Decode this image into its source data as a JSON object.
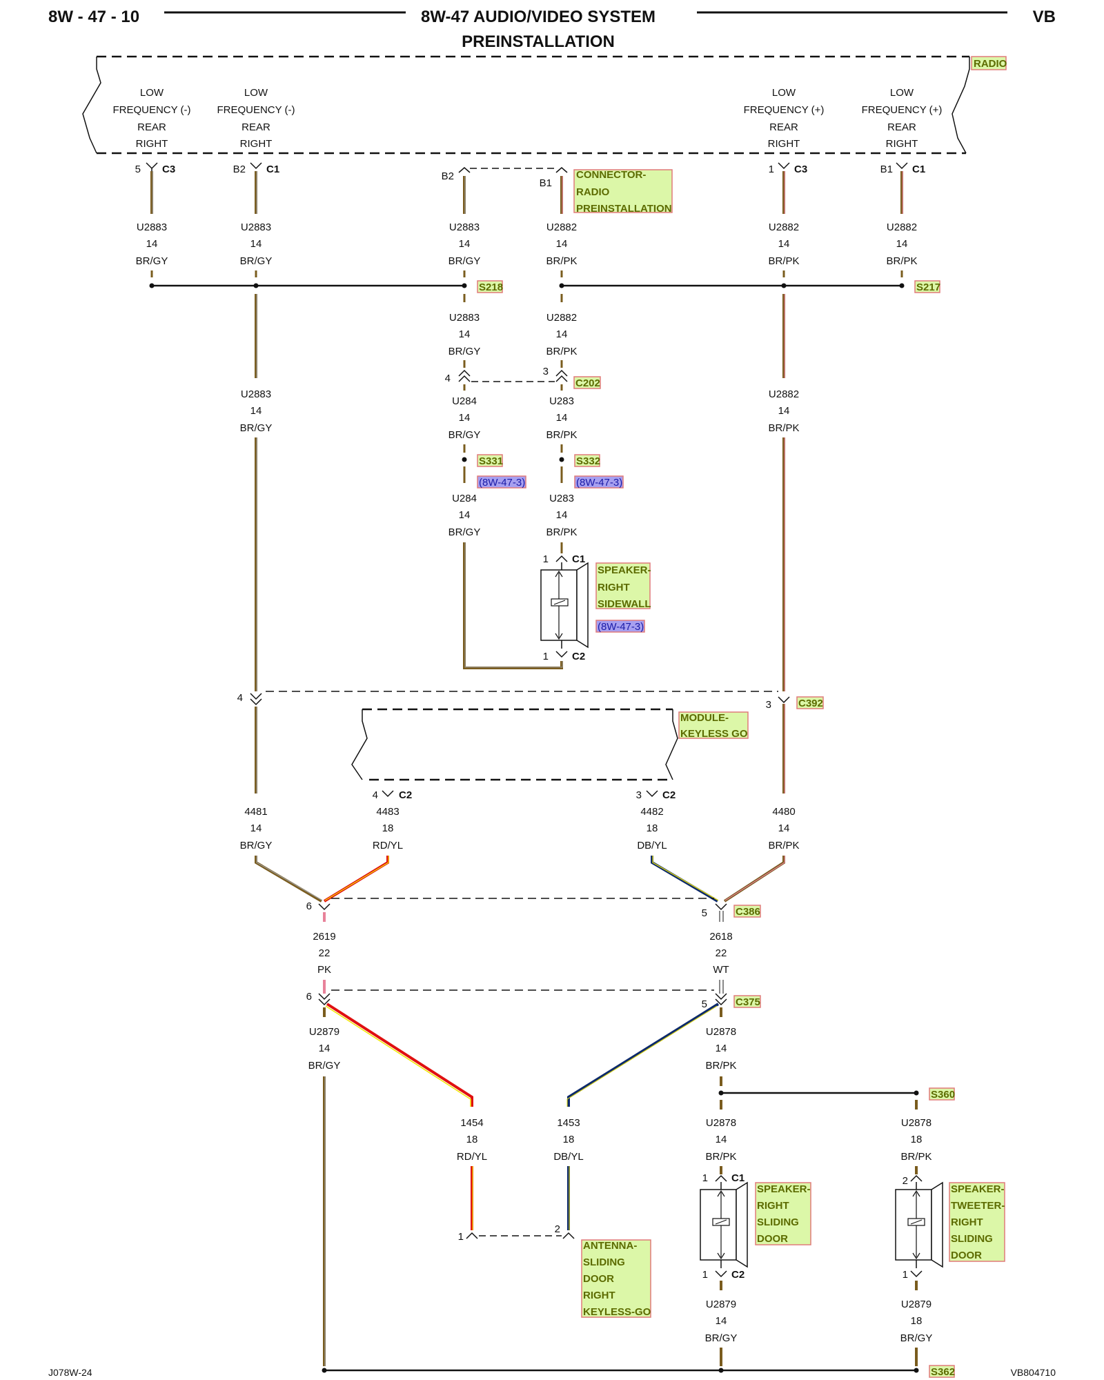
{
  "header": {
    "page_id": "8W - 47 - 10",
    "title": "8W-47 AUDIO/VIDEO SYSTEM",
    "subtitle": "PREINSTALLATION",
    "vehicle": "VB"
  },
  "footer": {
    "left": "J078W-24",
    "right": "VB804710"
  },
  "radio": {
    "name": "RADIO",
    "pins": [
      {
        "l1": "LOW",
        "l2": "FREQUENCY (-)",
        "l3": "REAR",
        "l4": "RIGHT",
        "cav": "5",
        "conn": "C3",
        "circuit": "U2883",
        "gauge": "14",
        "color": "BR/GY"
      },
      {
        "l1": "LOW",
        "l2": "FREQUENCY (-)",
        "l3": "REAR",
        "l4": "RIGHT",
        "cav": "B2",
        "conn": "C1",
        "circuit": "U2883",
        "gauge": "14",
        "color": "BR/GY"
      },
      {
        "l1": "LOW",
        "l2": "FREQUENCY (+)",
        "l3": "REAR",
        "l4": "RIGHT",
        "cav": "1",
        "conn": "C3",
        "circuit": "U2882",
        "gauge": "14",
        "color": "BR/PK"
      },
      {
        "l1": "LOW",
        "l2": "FREQUENCY (+)",
        "l3": "REAR",
        "l4": "RIGHT",
        "cav": "B1",
        "conn": "C1",
        "circuit": "U2882",
        "gauge": "14",
        "color": "BR/PK"
      }
    ]
  },
  "preinstall_connector": {
    "l1": "CONNECTOR-",
    "l2": "RADIO",
    "l3": "PREINSTALLATION",
    "pinA": "B2",
    "pinB": "B1",
    "wireA": {
      "circuit": "U2883",
      "gauge": "14",
      "color": "BR/GY"
    },
    "wireB": {
      "circuit": "U2882",
      "gauge": "14",
      "color": "BR/PK"
    }
  },
  "splices": {
    "s218": "S218",
    "s217": "S217",
    "s331": "S331",
    "s332": "S332",
    "s360": "S360",
    "s362": "S362",
    "xref": "(8W-47-3)"
  },
  "c202": {
    "name": "C202",
    "pinA": "4",
    "pinB": "3",
    "upA": {
      "circuit": "U2883",
      "gauge": "14",
      "color": "BR/GY"
    },
    "upB": {
      "circuit": "U2882",
      "gauge": "14",
      "color": "BR/PK"
    },
    "dnA": {
      "circuit": "U284",
      "gauge": "14",
      "color": "BR/GY"
    },
    "dnB": {
      "circuit": "U283",
      "gauge": "14",
      "color": "BR/PK"
    },
    "dnA2": {
      "circuit": "U284",
      "gauge": "14",
      "color": "BR/GY"
    },
    "dnB2": {
      "circuit": "U283",
      "gauge": "14",
      "color": "BR/PK"
    }
  },
  "long_left": {
    "circuit": "U2883",
    "gauge": "14",
    "color": "BR/GY"
  },
  "long_right": {
    "circuit": "U2882",
    "gauge": "14",
    "color": "BR/PK"
  },
  "speaker_sidewall": {
    "l1": "SPEAKER-",
    "l2": "RIGHT",
    "l3": "SIDEWALL",
    "xref": "(8W-47-3)",
    "pin1": "1",
    "c1": "C1",
    "pin2": "1",
    "c2": "C2"
  },
  "c392": {
    "name": "C392",
    "pinL": "4",
    "pinR": "3"
  },
  "keyless_module": {
    "l1": "MODULE-",
    "l2": "KEYLESS GO",
    "pinA": "4",
    "connA": "C2",
    "pinB": "3",
    "connB": "C2"
  },
  "mid_wires": [
    {
      "circuit": "4481",
      "gauge": "14",
      "color": "BR/GY"
    },
    {
      "circuit": "4483",
      "gauge": "18",
      "color": "RD/YL"
    },
    {
      "circuit": "4482",
      "gauge": "18",
      "color": "DB/YL"
    },
    {
      "circuit": "4480",
      "gauge": "14",
      "color": "BR/PK"
    }
  ],
  "c386": {
    "name": "C386",
    "pinL": "6",
    "pinR": "5"
  },
  "c386_wires": [
    {
      "circuit": "2619",
      "gauge": "22",
      "color": "PK"
    },
    {
      "circuit": "2618",
      "gauge": "22",
      "color": "WT"
    }
  ],
  "c375": {
    "name": "C375",
    "pinL": "6",
    "pinR": "5"
  },
  "c375_wires": [
    {
      "circuit": "U2879",
      "gauge": "14",
      "color": "BR/GY"
    },
    {
      "circuit": "U2878",
      "gauge": "14",
      "color": "BR/PK"
    }
  ],
  "antenna_wires": [
    {
      "circuit": "1454",
      "gauge": "18",
      "color": "RD/YL"
    },
    {
      "circuit": "1453",
      "gauge": "18",
      "color": "DB/YL"
    }
  ],
  "antenna": {
    "l1": "ANTENNA-",
    "l2": "SLIDING",
    "l3": "DOOR",
    "l4": "RIGHT",
    "l5": "KEYLESS-GO",
    "pin1": "1",
    "pin2": "2"
  },
  "door_wires": [
    {
      "circuit": "U2878",
      "gauge": "14",
      "color": "BR/PK"
    },
    {
      "circuit": "U2878",
      "gauge": "18",
      "color": "BR/PK"
    }
  ],
  "speaker_door": {
    "l1": "SPEAKER-",
    "l2": "RIGHT",
    "l3": "SLIDING",
    "l4": "DOOR",
    "pin1": "1",
    "c1": "C1",
    "pin2": "1",
    "c2": "C2"
  },
  "tweeter": {
    "l1": "SPEAKER-",
    "l2": "TWEETER-",
    "l3": "RIGHT",
    "l4": "SLIDING",
    "l5": "DOOR",
    "pin1": "2",
    "pin2": "1"
  },
  "bottom_wires": [
    {
      "circuit": "U2879",
      "gauge": "14",
      "color": "BR/GY"
    },
    {
      "circuit": "U2879",
      "gauge": "18",
      "color": "BR/GY"
    }
  ],
  "colors": {
    "brown": "#7a5c1e",
    "gray": "#9a9a9a",
    "pink": "#e8829a",
    "red": "#e01010",
    "yellow": "#f2e600",
    "darkblue": "#0d2a6b",
    "label_bg": "#dcf7a8",
    "label_border": "#e07a7a",
    "xref_bg": "#a7a0f0"
  }
}
